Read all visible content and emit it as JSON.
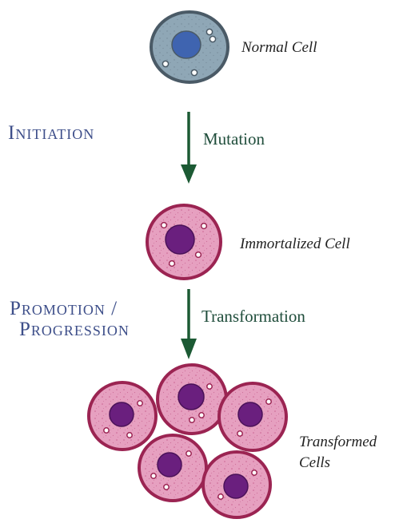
{
  "colors": {
    "stage_text": "#3e4f8a",
    "step_text": "#1f4d3b",
    "arrow": "#1c5a34",
    "normal_cell_fill": "#8fa7b6",
    "normal_cell_outline": "#4a5a66",
    "normal_nucleus": "#3f64b0",
    "abnormal_cell_fill": "#e6a0c0",
    "abnormal_cell_outline": "#9b2452",
    "abnormal_nucleus": "#6a1f7e"
  },
  "stages": {
    "initiation": "Initiation",
    "promotion_line1": "Promotion /",
    "promotion_line2": "Progression"
  },
  "steps": {
    "mutation": "Mutation",
    "transformation": "Transformation"
  },
  "cells": {
    "normal": "Normal Cell",
    "immortalized": "Immortalized Cell",
    "transformed_line1": "Transformed",
    "transformed_line2": "Cells"
  },
  "icons": {
    "normal_cell": "normal-cell-icon",
    "immortalized_cell": "immortalized-cell-icon",
    "transformed_cell": "transformed-cell-icon",
    "arrow": "down-arrow-icon"
  }
}
